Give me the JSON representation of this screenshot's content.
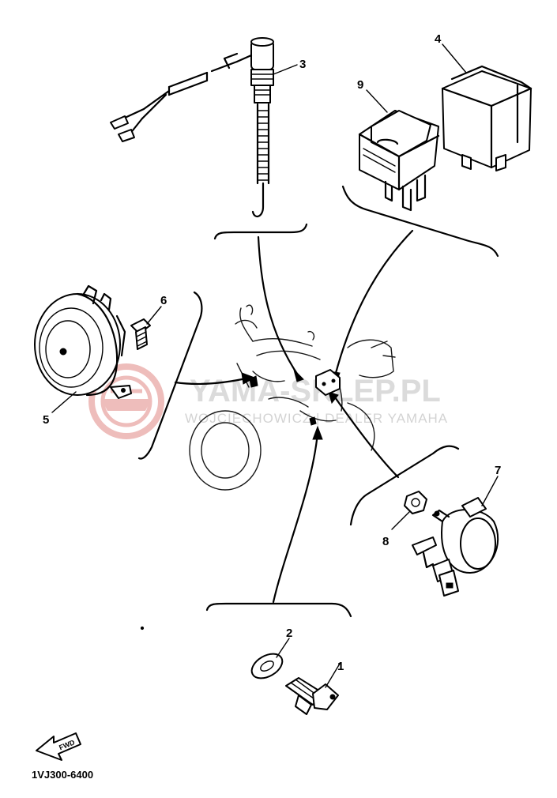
{
  "callouts": {
    "n1": "1",
    "n2": "2",
    "n3": "3",
    "n4": "4",
    "n5": "5",
    "n6": "6",
    "n7": "7",
    "n8": "8",
    "n9": "9"
  },
  "diagram_code": "1VJ300-6400",
  "forward_label": "FWD",
  "watermark": {
    "main": "YAMA-SKLEP.PL",
    "sub": "WOJCIECHOWICZ | DEALER YAMAHA",
    "color": "#d9322c"
  }
}
